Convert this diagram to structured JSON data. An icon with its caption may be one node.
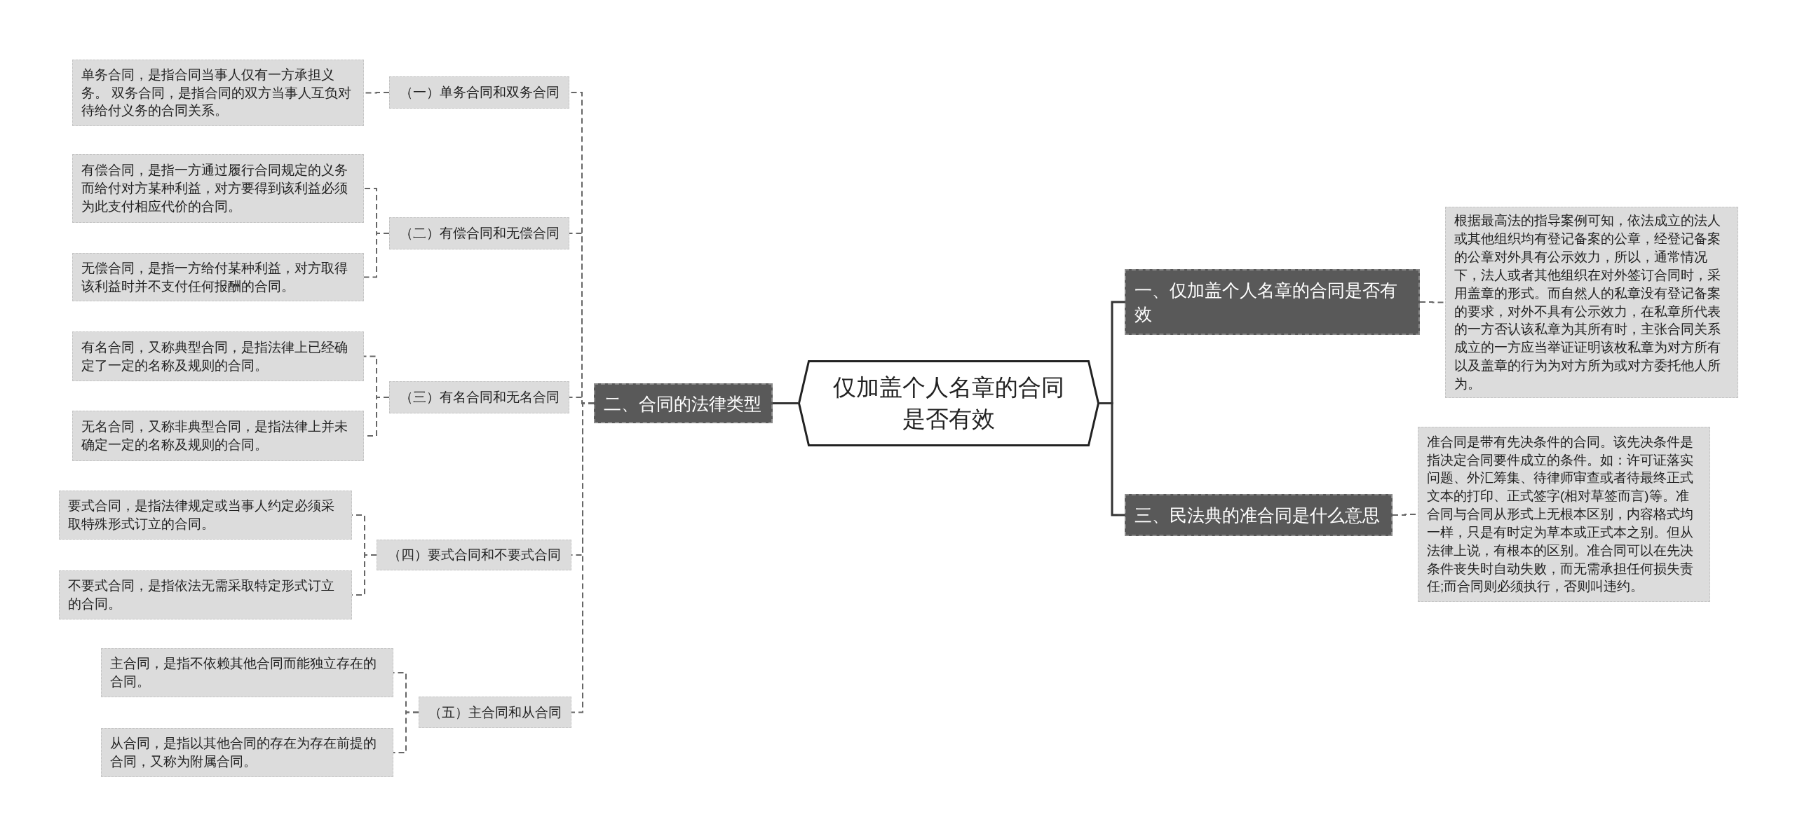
{
  "diagram": {
    "nodes": [
      {
        "text": [
          "仅加盖个人名章的合同是否有效"
        ]
      },
      {
        "text": [
          "二、合同的法律类型"
        ]
      },
      {
        "text": [
          "（一）单务合同和双务合同"
        ]
      },
      {
        "text": [
          "单务合同，是指合同当事人仅有一方承担义务。 双务合同，是指合同的双方当事人互负对待给付义务的合同关系。"
        ]
      },
      {
        "text": [
          "（二）有偿合同和无偿合同"
        ]
      },
      {
        "text": [
          "有偿合同，是指一方通过履行合同规定的义务而给付对方某种利益，对方要得到该利益必须为此支付相应代价的合同。"
        ]
      },
      {
        "text": [
          "无偿合同，是指一方给付某种利益，对方取得该利益时并不支付任何报酬的合同。"
        ]
      },
      {
        "text": [
          "（三）有名合同和无名合同"
        ]
      },
      {
        "text": [
          "有名合同，又称典型合同，是指法律上已经确定了一定的名称及规则的合同。"
        ]
      },
      {
        "text": [
          "无名合同，又称非典型合同，是指法律上并未确定一定的名称及规则的合同。"
        ]
      },
      {
        "text": [
          "（四）要式合同和不要式合同"
        ]
      },
      {
        "text": [
          "要式合同，是指法律规定或当事人约定必须采取特殊形式订立的合同。"
        ]
      },
      {
        "text": [
          "不要式合同，是指依法无需采取特定形式订立的合同。"
        ]
      },
      {
        "text": [
          "（五）主合同和从合同"
        ]
      },
      {
        "text": [
          "主合同，是指不依赖其他合同而能独立存在的合同。"
        ]
      },
      {
        "text": [
          "从合同，是指以其他合同的存在为存在前提的合同，又称为附属合同。"
        ]
      },
      {
        "text": [
          "一、仅加盖个人名章的合同是否有效"
        ]
      },
      {
        "text": [
          "根据最高法的指导案例可知，依法成立的法人或其他组织均有登记备案的公章，经登记备案的公章对外具有公示效力，所以，通常情况下，法人或者其他组织在对外签订合同时，采用盖章的形式。而自然人的私章没有登记备案的要求，对外不具有公示效力，在私章所代表的一方否认该私章为其所有时，主张合同关系成立的一方应当举证证明该枚私章为对方所有以及盖章的行为为对方所为或对方委托他人所为。"
        ]
      },
      {
        "text": [
          "三、民法典的准合同是什么意思"
        ]
      },
      {
        "text": [
          "准合同是带有先决条件的合同。该先决条件是指决定合同要件成立的条件。如：许可证落实问题、外汇筹集、待律师审查或者待最终正式文本的打印、正式签字(相对草签而言)等。准合同与合同从形式上无根本区别，内容格式均一样，只是有时定为草本或正式本之别。但从法律上说，有根本的区别。准合同可以在先决条件丧失时自动失败，而无需承担任何损失责任;而合同则必须执行，否则叫违约。"
        ]
      }
    ],
    "edges": [
      {
        "from": 0,
        "to": 1,
        "arrow": "none"
      },
      {
        "from": 1,
        "to": 2,
        "arrow": "none",
        "style": "dashed"
      },
      {
        "from": 2,
        "to": 3,
        "arrow": "none",
        "style": "dashed"
      },
      {
        "from": 1,
        "to": 4,
        "arrow": "none",
        "style": "dashed"
      },
      {
        "from": 4,
        "to": 5,
        "arrow": "none",
        "style": "dashed"
      },
      {
        "from": 4,
        "to": 6,
        "arrow": "none",
        "style": "dashed"
      },
      {
        "from": 1,
        "to": 7,
        "arrow": "none",
        "style": "dashed"
      },
      {
        "from": 7,
        "to": 8,
        "arrow": "none",
        "style": "dashed"
      },
      {
        "from": 7,
        "to": 9,
        "arrow": "none",
        "style": "dashed"
      },
      {
        "from": 1,
        "to": 10,
        "arrow": "none",
        "style": "dashed"
      },
      {
        "from": 10,
        "to": 11,
        "arrow": "none",
        "style": "dashed"
      },
      {
        "from": 10,
        "to": 12,
        "arrow": "none",
        "style": "dashed"
      },
      {
        "from": 1,
        "to": 13,
        "arrow": "none",
        "style": "dashed"
      },
      {
        "from": 13,
        "to": 14,
        "arrow": "none",
        "style": "dashed"
      },
      {
        "from": 13,
        "to": 15,
        "arrow": "none",
        "style": "dashed"
      },
      {
        "from": 0,
        "to": 16,
        "arrow": "none"
      },
      {
        "from": 16,
        "to": 17,
        "arrow": "none",
        "style": "dashed"
      },
      {
        "from": 0,
        "to": 18,
        "arrow": "none"
      },
      {
        "from": 18,
        "to": 19,
        "arrow": "none",
        "style": "dashed"
      }
    ]
  }
}
